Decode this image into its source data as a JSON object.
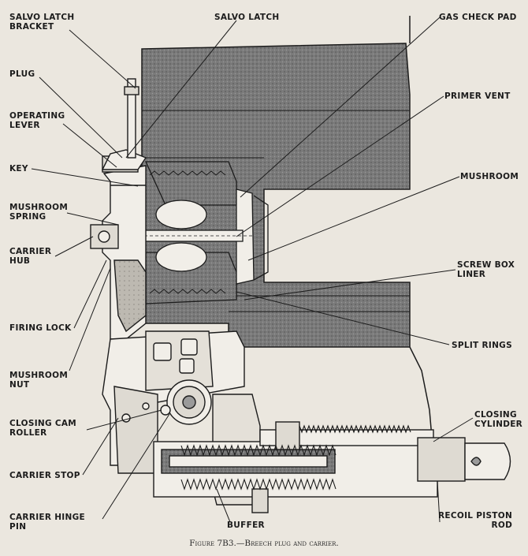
{
  "figure": {
    "caption": "Figure 7B3.—Breech plug and carrier.",
    "labels": {
      "salvo_latch_bracket": "SALVO LATCH\nBRACKET",
      "salvo_latch": "SALVO LATCH",
      "gas_check_pad": "GAS CHECK PAD",
      "plug": "PLUG",
      "primer_vent": "PRIMER VENT",
      "operating_lever": "OPERATING\nLEVER",
      "key": "KEY",
      "mushroom": "MUSHROOM",
      "mushroom_spring": "MUSHROOM\nSPRING",
      "carrier_hub": "CARRIER\nHUB",
      "screw_box_liner": "SCREW BOX\nLINER",
      "firing_lock": "FIRING LOCK",
      "split_rings": "SPLIT RINGS",
      "mushroom_nut": "MUSHROOM\nNUT",
      "closing_cylinder": "CLOSING\nCYLINDER",
      "closing_cam_roller": "CLOSING CAM\nROLLER",
      "carrier_stop": "CARRIER STOP",
      "carrier_hinge_pin": "CARRIER HINGE\nPIN",
      "buffer": "BUFFER",
      "recoil_piston_rod": "RECOIL PISTON\nROD"
    }
  },
  "colors": {
    "paper": "#ebe7df",
    "ink": "#1c1c1c",
    "dark_section": "#6e6e6e",
    "light_section": "#c9c5bd"
  }
}
